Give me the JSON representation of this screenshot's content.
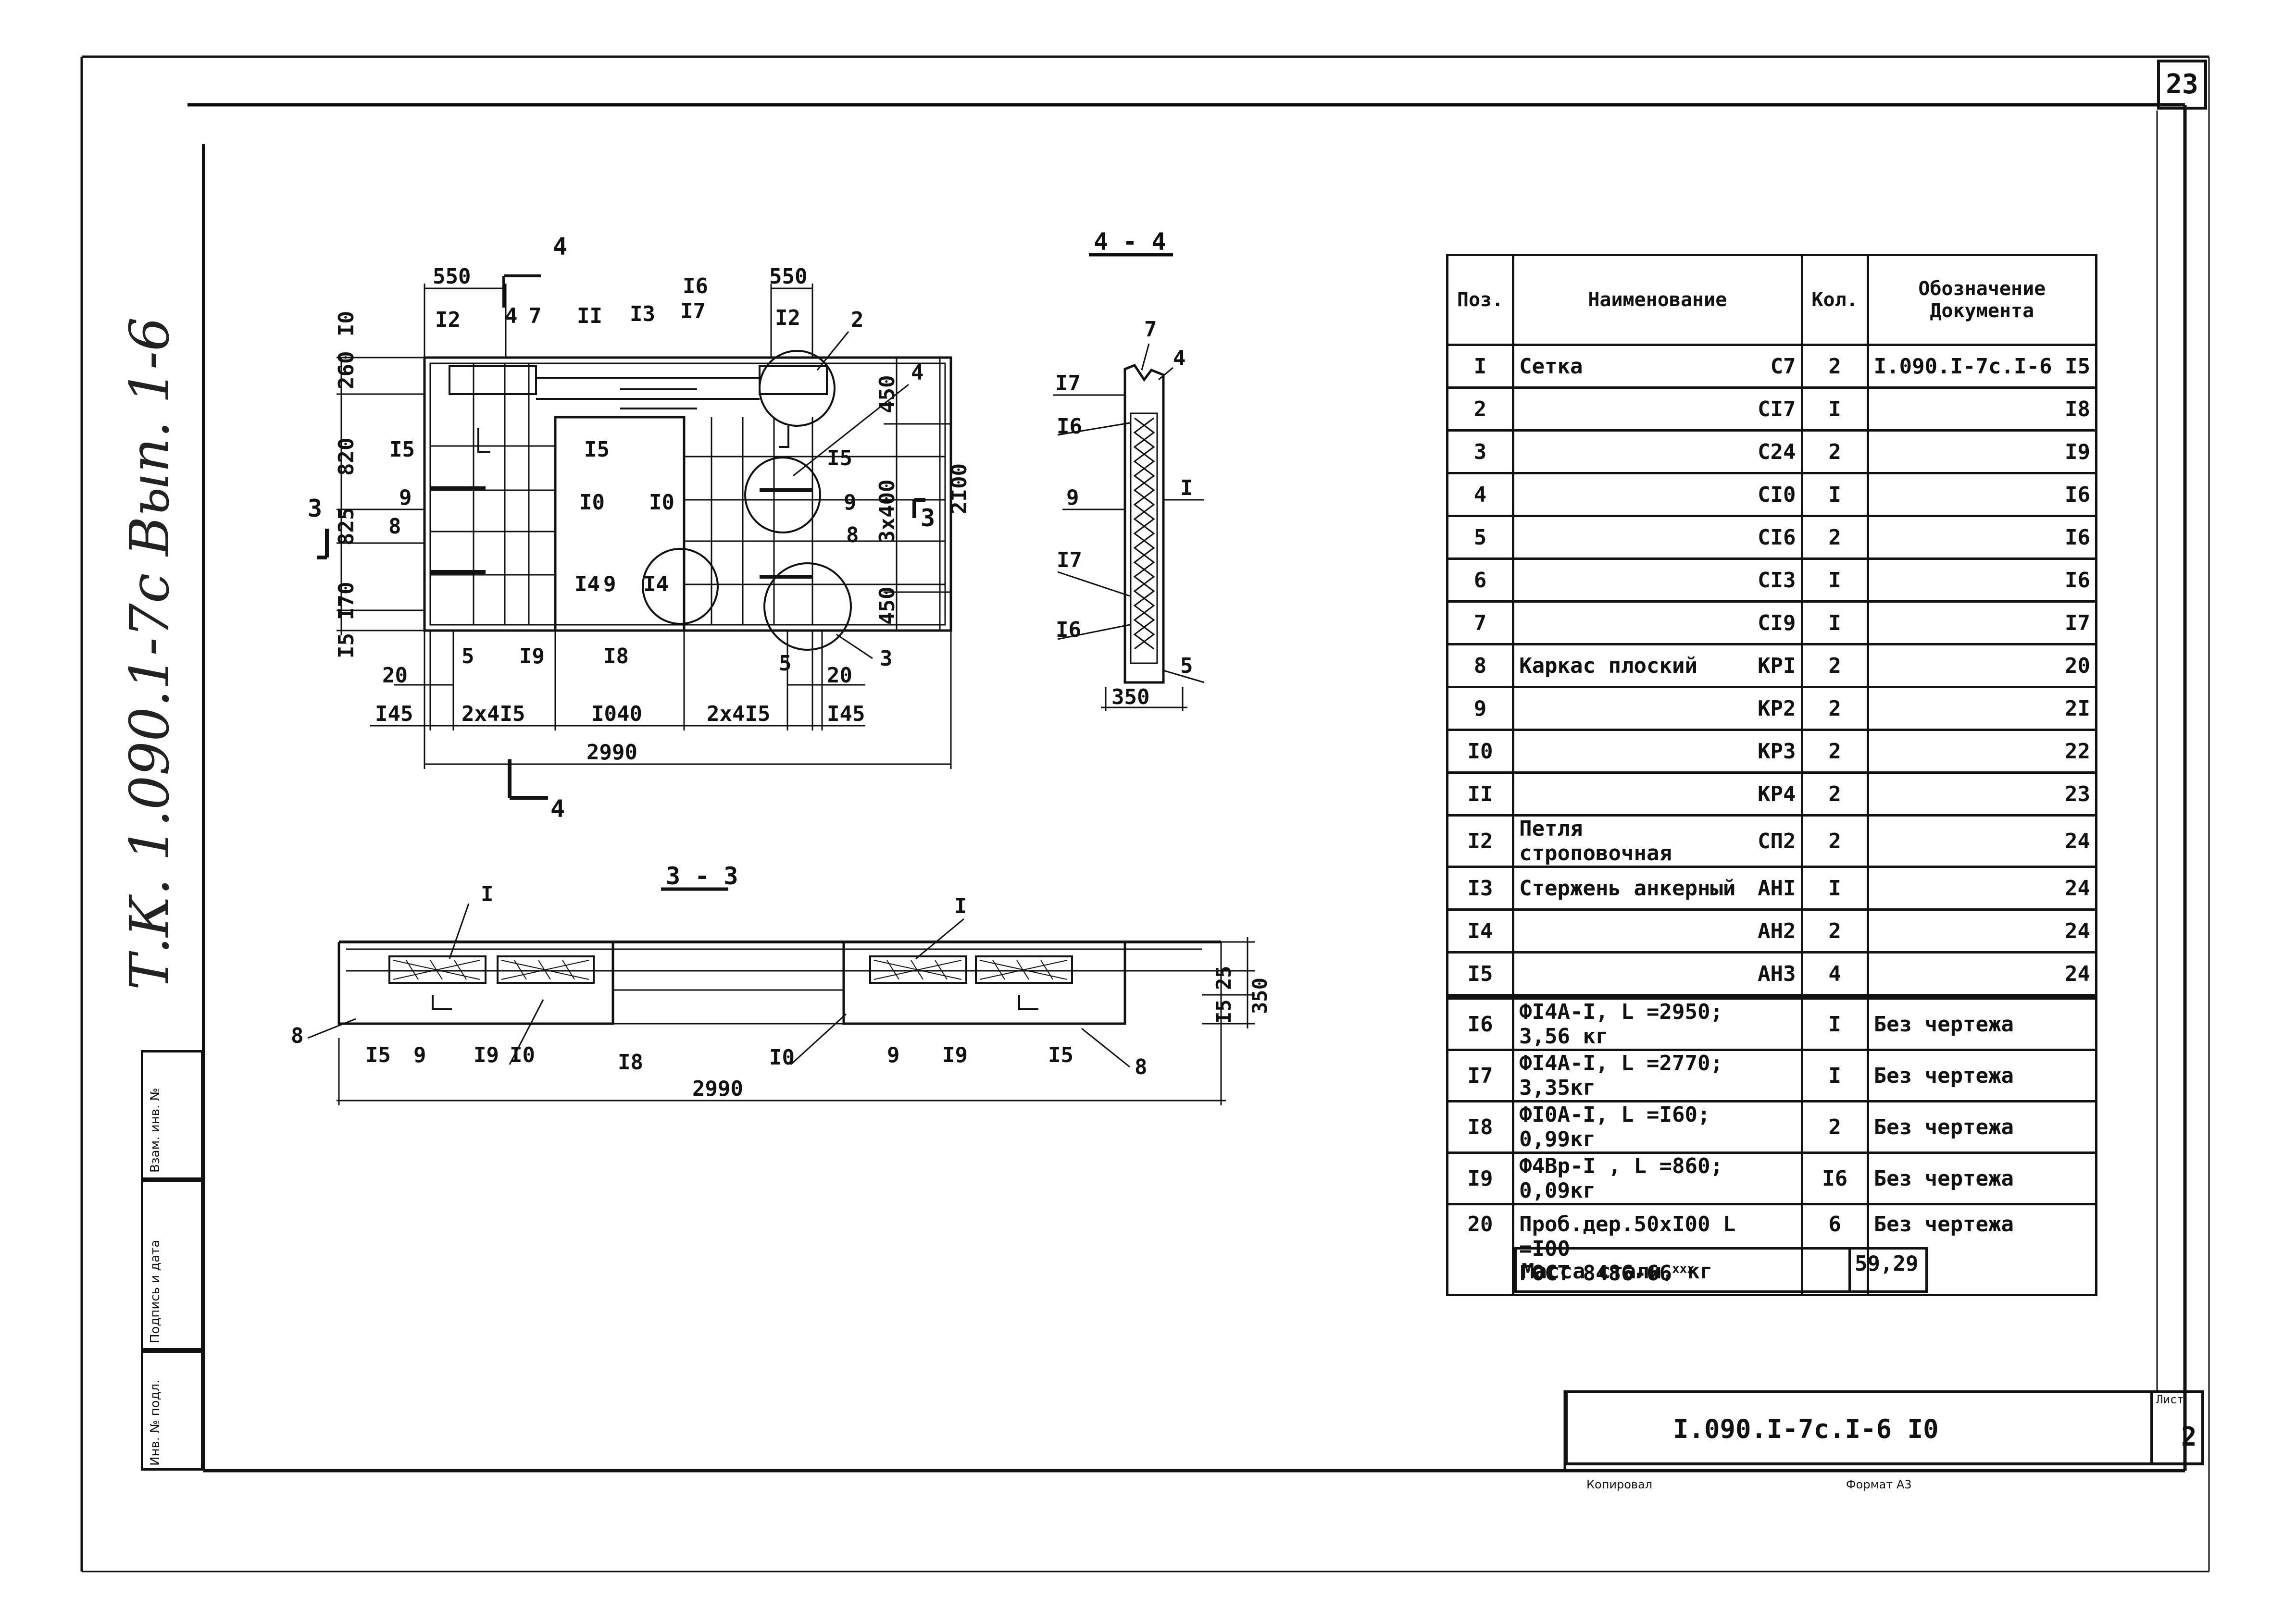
{
  "page_number": "23",
  "side_title": "Т.К. 1.090.1-7с Вып. 1-6",
  "sections": {
    "s44": "4 - 4",
    "s33": "3 - 3"
  },
  "plan_labels": {
    "marker4_top": "4",
    "marker4_bottom": "4",
    "marker3_left": "3",
    "marker3_right": "3",
    "d550_l": "550",
    "d550_r": "550",
    "p12_l": "I2",
    "p12_r": "I2",
    "p4": "4",
    "p7": "7",
    "p11": "II",
    "p13": "I3",
    "p16": "I6",
    "p17": "I7",
    "p2": "2",
    "v10": "I0",
    "v260": "260",
    "v820": "820",
    "v825": "825",
    "v170": "I70",
    "v15": "I5",
    "p15a": "I5",
    "p15b": "I5",
    "p15c": "I5",
    "p9a": "9",
    "p9b": "9",
    "p9c": "9",
    "p8a": "8",
    "p8b": "8",
    "p10a": "I0",
    "p10b": "I0",
    "p14a": "I4",
    "p14b": "I4",
    "p5a": "5",
    "p5b": "5",
    "p19": "I9",
    "p18": "I8",
    "p3": "3",
    "p4r": "4",
    "d450": "450",
    "d2100": "2I00",
    "d3x400": "3x400",
    "d450b": "450",
    "d20_l": "20",
    "d20_r": "20",
    "d145_l": "I45",
    "d2x415_l": "2x4I5",
    "d1040": "I040",
    "d2x415_r": "2x4I5",
    "d145_r": "I45",
    "d2990": "2990"
  },
  "sec44_labels": {
    "p7": "7",
    "p4": "4",
    "p17a": "I7",
    "p16a": "I6",
    "p9": "9",
    "p1": "I",
    "p17b": "I7",
    "p16b": "I6",
    "p5": "5",
    "d350": "350"
  },
  "sec33_labels": {
    "p1a": "I",
    "p1b": "I",
    "p8a": "8",
    "p8b": "8",
    "p15a": "I5",
    "p9a": "9",
    "p19a": "I9",
    "p10a": "I0",
    "p18": "I8",
    "p10b": "I0",
    "p9b": "9",
    "p19b": "I9",
    "p15b": "I5",
    "d2990": "2990",
    "d15": "I5",
    "d25": "25",
    "d350": "350"
  },
  "spec_table": {
    "headers": {
      "pos": "Поз.",
      "name": "Наименование",
      "qty": "Кол.",
      "doc": "Обозначение Документа"
    },
    "rows": [
      {
        "pos": "I",
        "name": "Сетка",
        "mark": "С7",
        "qty": "2",
        "doc": "I.090.I-7с.I-6  I5"
      },
      {
        "pos": "2",
        "name": "",
        "mark": "СI7",
        "qty": "I",
        "doc": "I8"
      },
      {
        "pos": "3",
        "name": "",
        "mark": "С24",
        "qty": "2",
        "doc": "I9"
      },
      {
        "pos": "4",
        "name": "",
        "mark": "СI0",
        "qty": "I",
        "doc": "I6"
      },
      {
        "pos": "5",
        "name": "",
        "mark": "СI6",
        "qty": "2",
        "doc": "I6"
      },
      {
        "pos": "6",
        "name": "",
        "mark": "СI3",
        "qty": "I",
        "doc": "I6"
      },
      {
        "pos": "7",
        "name": "",
        "mark": "СI9",
        "qty": "I",
        "doc": "I7"
      },
      {
        "pos": "8",
        "name": "Каркас плоский",
        "mark": "КРI",
        "qty": "2",
        "doc": "20"
      },
      {
        "pos": "9",
        "name": "",
        "mark": "КР2",
        "qty": "2",
        "doc": "2I"
      },
      {
        "pos": "I0",
        "name": "",
        "mark": "КР3",
        "qty": "2",
        "doc": "22"
      },
      {
        "pos": "II",
        "name": "",
        "mark": "КР4",
        "qty": "2",
        "doc": "23"
      },
      {
        "pos": "I2",
        "name": "Петля строповочная",
        "mark": "СП2",
        "qty": "2",
        "doc": "24"
      },
      {
        "pos": "I3",
        "name": "Стержень анкерный",
        "mark": "АНI",
        "qty": "I",
        "doc": "24"
      },
      {
        "pos": "I4",
        "name": "",
        "mark": "АН2",
        "qty": "2",
        "doc": "24"
      },
      {
        "pos": "I5",
        "name": "",
        "mark": "АН3",
        "qty": "4",
        "doc": "24"
      },
      {
        "pos": "I6",
        "name": "ФI4А-I, L =2950;  3,56 кг",
        "mark": "",
        "qty": "I",
        "doc": "Без чертежа"
      },
      {
        "pos": "I7",
        "name": "ФI4А-I, L =2770;  3,35кг",
        "mark": "",
        "qty": "I",
        "doc": "Без чертежа"
      },
      {
        "pos": "I8",
        "name": "ФI0А-I, L =I60;  0,99кг",
        "mark": "",
        "qty": "2",
        "doc": "Без чертежа"
      },
      {
        "pos": "I9",
        "name": "Ф4Вр-I , L =860;  0,09кг",
        "mark": "",
        "qty": "I6",
        "doc": "Без чертежа"
      },
      {
        "pos": "20",
        "name": "Проб.дер.50хI00  L =I00\nГОСТ 8486-66",
        "sup": "ххх",
        "mark": "",
        "qty": "6",
        "doc": "Без чертежа"
      }
    ],
    "mass_label": "Масса стали,  кг",
    "mass_value": "59,29"
  },
  "title_block": {
    "code": "I.090.I-7с.I-6 I0",
    "sheet_label": "Лист",
    "sheet_number": "2"
  },
  "footer": {
    "left": "Копировал",
    "right": "Формат А3"
  },
  "stamp_labels": {
    "a": "Взам. инв. №",
    "b": "Подпись и дата",
    "c": "Инв. № подл."
  }
}
